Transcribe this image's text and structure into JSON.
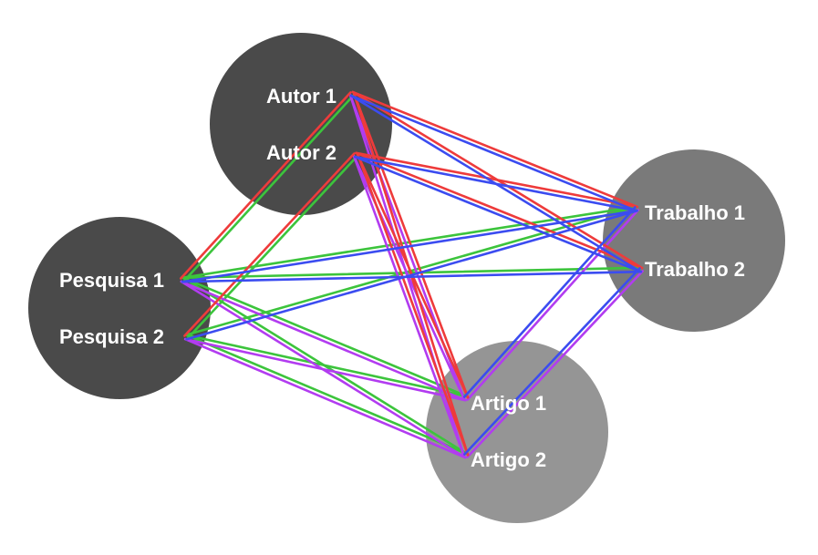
{
  "colors": {
    "background": "#ffffff",
    "red": "#ee3b3b",
    "blue": "#3b4cf0",
    "green": "#3cc43c",
    "purple": "#b23cf0"
  },
  "groups": [
    {
      "id": "autores",
      "fill": "#4a4a4a",
      "nodes": [
        {
          "id": "autor1",
          "label": "Autor 1"
        },
        {
          "id": "autor2",
          "label": "Autor 2"
        }
      ]
    },
    {
      "id": "trabalhos",
      "fill": "#7a7a7a",
      "nodes": [
        {
          "id": "trabalho1",
          "label": "Trabalho 1"
        },
        {
          "id": "trabalho2",
          "label": "Trabalho 2"
        }
      ]
    },
    {
      "id": "pesquisas",
      "fill": "#4a4a4a",
      "nodes": [
        {
          "id": "pesquisa1",
          "label": "Pesquisa 1"
        },
        {
          "id": "pesquisa2",
          "label": "Pesquisa 2"
        }
      ]
    },
    {
      "id": "artigos",
      "fill": "#959595",
      "nodes": [
        {
          "id": "artigo1",
          "label": "Artigo 1"
        },
        {
          "id": "artigo2",
          "label": "Artigo 2"
        }
      ]
    }
  ],
  "edges": [
    {
      "from": "autor1",
      "to": "trabalho1",
      "colors": [
        "red",
        "blue"
      ]
    },
    {
      "from": "autor1",
      "to": "trabalho2",
      "colors": [
        "red",
        "blue"
      ]
    },
    {
      "from": "autor2",
      "to": "trabalho1",
      "colors": [
        "red",
        "blue"
      ]
    },
    {
      "from": "autor2",
      "to": "trabalho2",
      "colors": [
        "red",
        "blue"
      ]
    },
    {
      "from": "autor1",
      "to": "artigo1",
      "colors": [
        "red",
        "purple"
      ]
    },
    {
      "from": "autor1",
      "to": "artigo2",
      "colors": [
        "red",
        "purple"
      ]
    },
    {
      "from": "autor2",
      "to": "artigo1",
      "colors": [
        "red",
        "purple"
      ]
    },
    {
      "from": "autor2",
      "to": "artigo2",
      "colors": [
        "red",
        "purple"
      ]
    },
    {
      "from": "autor1",
      "to": "pesquisa1",
      "colors": [
        "green",
        "red"
      ]
    },
    {
      "from": "autor2",
      "to": "pesquisa2",
      "colors": [
        "green",
        "red"
      ]
    },
    {
      "from": "pesquisa1",
      "to": "trabalho1",
      "colors": [
        "green",
        "blue"
      ]
    },
    {
      "from": "pesquisa1",
      "to": "trabalho2",
      "colors": [
        "green",
        "blue"
      ]
    },
    {
      "from": "pesquisa2",
      "to": "trabalho1",
      "colors": [
        "green",
        "blue"
      ]
    },
    {
      "from": "pesquisa1",
      "to": "artigo1",
      "colors": [
        "green",
        "purple"
      ]
    },
    {
      "from": "pesquisa1",
      "to": "artigo2",
      "colors": [
        "green",
        "purple"
      ]
    },
    {
      "from": "pesquisa2",
      "to": "artigo1",
      "colors": [
        "green",
        "purple"
      ]
    },
    {
      "from": "pesquisa2",
      "to": "artigo2",
      "colors": [
        "green",
        "purple"
      ]
    },
    {
      "from": "artigo1",
      "to": "trabalho1",
      "colors": [
        "blue",
        "purple"
      ]
    },
    {
      "from": "artigo2",
      "to": "trabalho2",
      "colors": [
        "blue",
        "purple"
      ]
    }
  ]
}
